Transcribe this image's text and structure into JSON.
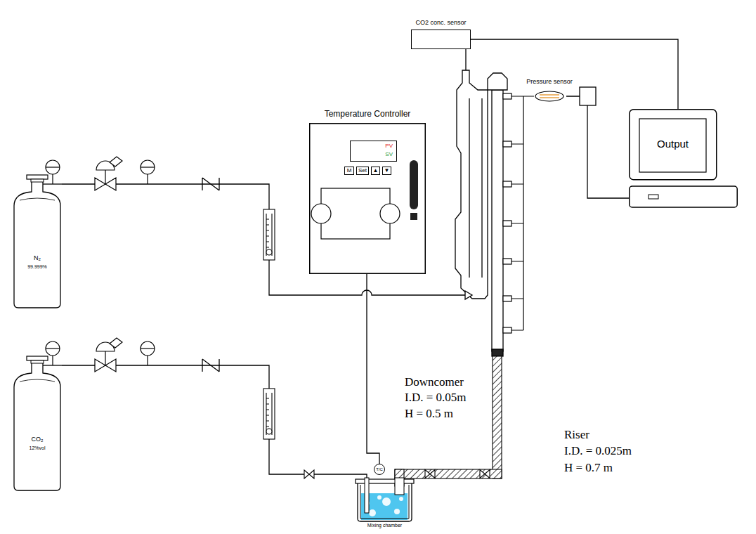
{
  "diagram": {
    "nodes": [
      {
        "text": [
          "N₂",
          "99.999%"
        ]
      },
      {
        "text": [
          "CO₂",
          "12%vol"
        ]
      },
      {
        "text": [
          "Temperature Controller"
        ]
      },
      {
        "text": [
          "PV",
          "SV"
        ],
        "in": 2
      },
      {
        "text": [
          "M"
        ],
        "in": 2
      },
      {
        "text": [
          "Set"
        ],
        "in": 2
      },
      {
        "text": [
          "▲"
        ],
        "in": 2
      },
      {
        "text": [
          "▼"
        ],
        "in": 2
      },
      {
        "text": [
          "CO2 conc. sensor"
        ]
      },
      {
        "text": [
          "Pressure sensor"
        ]
      },
      {
        "text": [
          "Output"
        ]
      },
      {
        "text": [
          "Mixing chamber"
        ]
      },
      {
        "text": [
          "T/C"
        ]
      }
    ],
    "edges": [
      {
        "from": 8,
        "to": 10,
        "arrow": "none"
      },
      {
        "from": 9,
        "to": 10,
        "arrow": "none"
      },
      {
        "from": 2,
        "to": 12,
        "arrow": "none"
      },
      {
        "from": 1,
        "to": 11,
        "arrow": "none"
      }
    ],
    "labels": [
      "Downcomer",
      "I.D. = 0.05m",
      "H = 0.5 m",
      "Riser",
      "I.D. = 0.025m",
      "H = 0.7 m"
    ]
  }
}
